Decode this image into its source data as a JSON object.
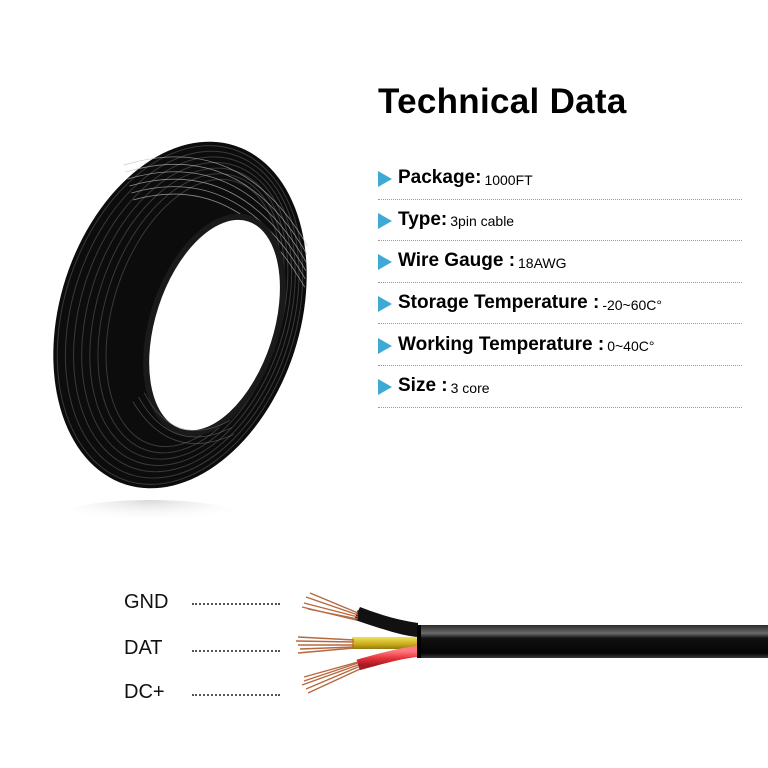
{
  "title": "Technical Data",
  "specs": [
    {
      "label": "Package:",
      "value": "1000FT"
    },
    {
      "label": "Type:",
      "value": "3pin cable"
    },
    {
      "label": "Wire Gauge :",
      "value": "18AWG"
    },
    {
      "label": "Storage Temperature :",
      "value": "-20~60C°"
    },
    {
      "label": "Working Temperature :",
      "value": "0~40C°"
    },
    {
      "label": "Size :",
      "value": "3 core"
    }
  ],
  "pins": [
    {
      "label": "GND",
      "wire_color": "#111111"
    },
    {
      "label": "DAT",
      "wire_color": "#d9c22a"
    },
    {
      "label": "DC+",
      "wire_color": "#e8343c"
    }
  ],
  "colors": {
    "arrow": "#3fa9d6",
    "cable": "#0d0d0d",
    "copper": "#b8683e"
  }
}
